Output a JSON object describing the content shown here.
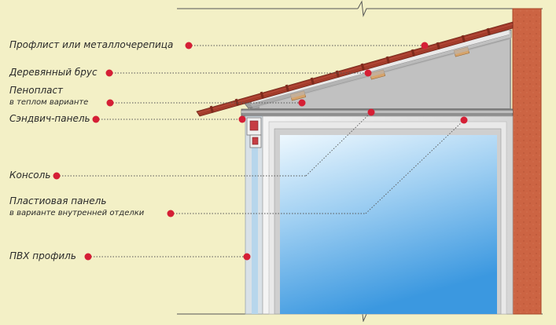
{
  "labels": {
    "profiled_sheet": "Профлист или металлочерепица",
    "wooden_beam": "Деревянный брус",
    "foam_main": "Пенопласт",
    "foam_sub": "в теплом варианте",
    "sandwich_panel": "Сэндвич-панель",
    "console": "Консоль",
    "plastic_panel_main": "Пластиовая панель",
    "plastic_panel_sub": "в варианте внутренней отделки",
    "pvc_profile": "ПВХ профиль"
  },
  "colors": {
    "background": "#f3f0c6",
    "marker": "#d51f35",
    "roof": "#9c3b2c",
    "wall": "#c95f3e",
    "glass_top": "#dff0fb",
    "glass_bottom": "#4aa3e4"
  }
}
